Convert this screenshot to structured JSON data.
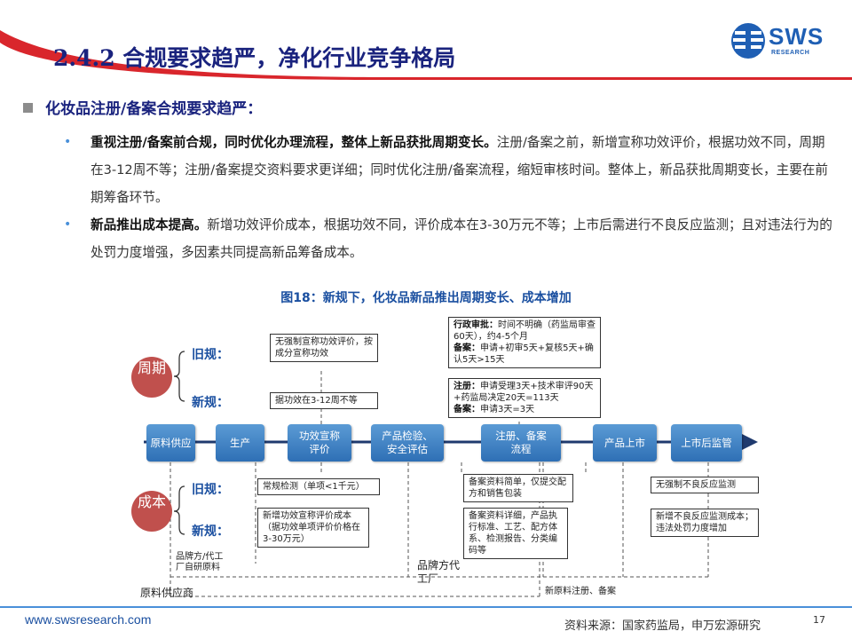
{
  "header": {
    "title": "2.4.2 合规要求趋严，净化行业竞争格局",
    "logo_text": "SWS",
    "logo_sub": "RESEARCH"
  },
  "section": {
    "heading": "化妆品注册/备案合规要求趋严："
  },
  "bullets": [
    {
      "bold": "重视注册/备案前合规，同时优化办理流程，整体上新品获批周期变长。",
      "text": "注册/备案之前，新增宣称功效评价，根据功效不同，周期在3-12周不等；注册/备案提交资料要求更详细；同时优化注册/备案流程，缩短审核时间。整体上，新品获批周期变长，主要在前期筹备环节。"
    },
    {
      "bold": "新品推出成本提高。",
      "text": "新增功效评价成本，根据功效不同，评价成本在3-30万元不等；上市后需进行不良反应监测；且对违法行为的处罚力度增强，多因素共同提高新品筹备成本。"
    }
  ],
  "figure": {
    "title": "图18：新规下，化妆品新品推出周期变长、成本增加",
    "cycle_label": "周期",
    "cost_label": "成本",
    "old_label": "旧规：",
    "new_label": "新规：",
    "stages": [
      "原料供应",
      "生产",
      "功效宣称评价",
      "产品检验、安全评估",
      "注册、备案流程",
      "产品上市",
      "上市后监管"
    ],
    "cycle_old_efficacy": "无强制宣称功效评价，按成分宣称功效",
    "cycle_new_efficacy": "据功效在3-12周不等",
    "cycle_old_reg_bold1": "行政审批：",
    "cycle_old_reg_text1": "时间不明确（药监局审查60天），约4-5个月",
    "cycle_old_reg_bold2": "备案：",
    "cycle_old_reg_text2": "申请+初审5天+复核5天+确认5天>15天",
    "cycle_new_reg_bold1": "注册：",
    "cycle_new_reg_text1": "申请受理3天+技术审评90天+药监局决定20天=113天",
    "cycle_new_reg_bold2": "备案：",
    "cycle_new_reg_text2": "申请3天=3天",
    "cost_old_test": "常规检测（单项<1千元）",
    "cost_new_test": "新增功效宣称评价成本（据功效单项评价价格在3-30万元）",
    "cost_old_reg": "备案资料简单，仅提交配方和销售包装",
    "cost_new_reg": "备案资料详细，产品执行标准、工艺、配方体系、检测报告、分类编码等",
    "cost_old_post": "无强制不良反应监测",
    "cost_new_post": "新增不良反应监测成本；违法处罚力度增加",
    "brand_factory": "品牌方/代工厂自研原料",
    "brand_oem": "品牌方代工厂",
    "material_supplier": "原料供应商",
    "new_material": "新原料注册、备案"
  },
  "footer": {
    "url": "www.swsresearch.com",
    "source": "资料来源：国家药监局，申万宏源研究",
    "page": "17"
  },
  "colors": {
    "title": "#1a237e",
    "accent_blue": "#2e6fb5",
    "accent_red": "#c0504d",
    "header_red": "#d9262c"
  }
}
